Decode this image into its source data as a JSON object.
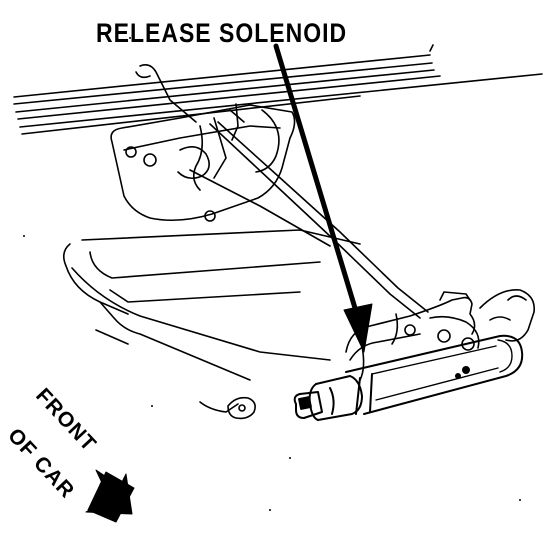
{
  "labels": {
    "title": "RELEASE SOLENOID",
    "front_line_1": "FRONT",
    "front_line_2": "OF CAR"
  },
  "colors": {
    "ink": "#000000",
    "paper": "#ffffff"
  },
  "icons": {
    "pointer": "callout-arrow-icon",
    "direction": "front-direction-arrow-icon"
  }
}
